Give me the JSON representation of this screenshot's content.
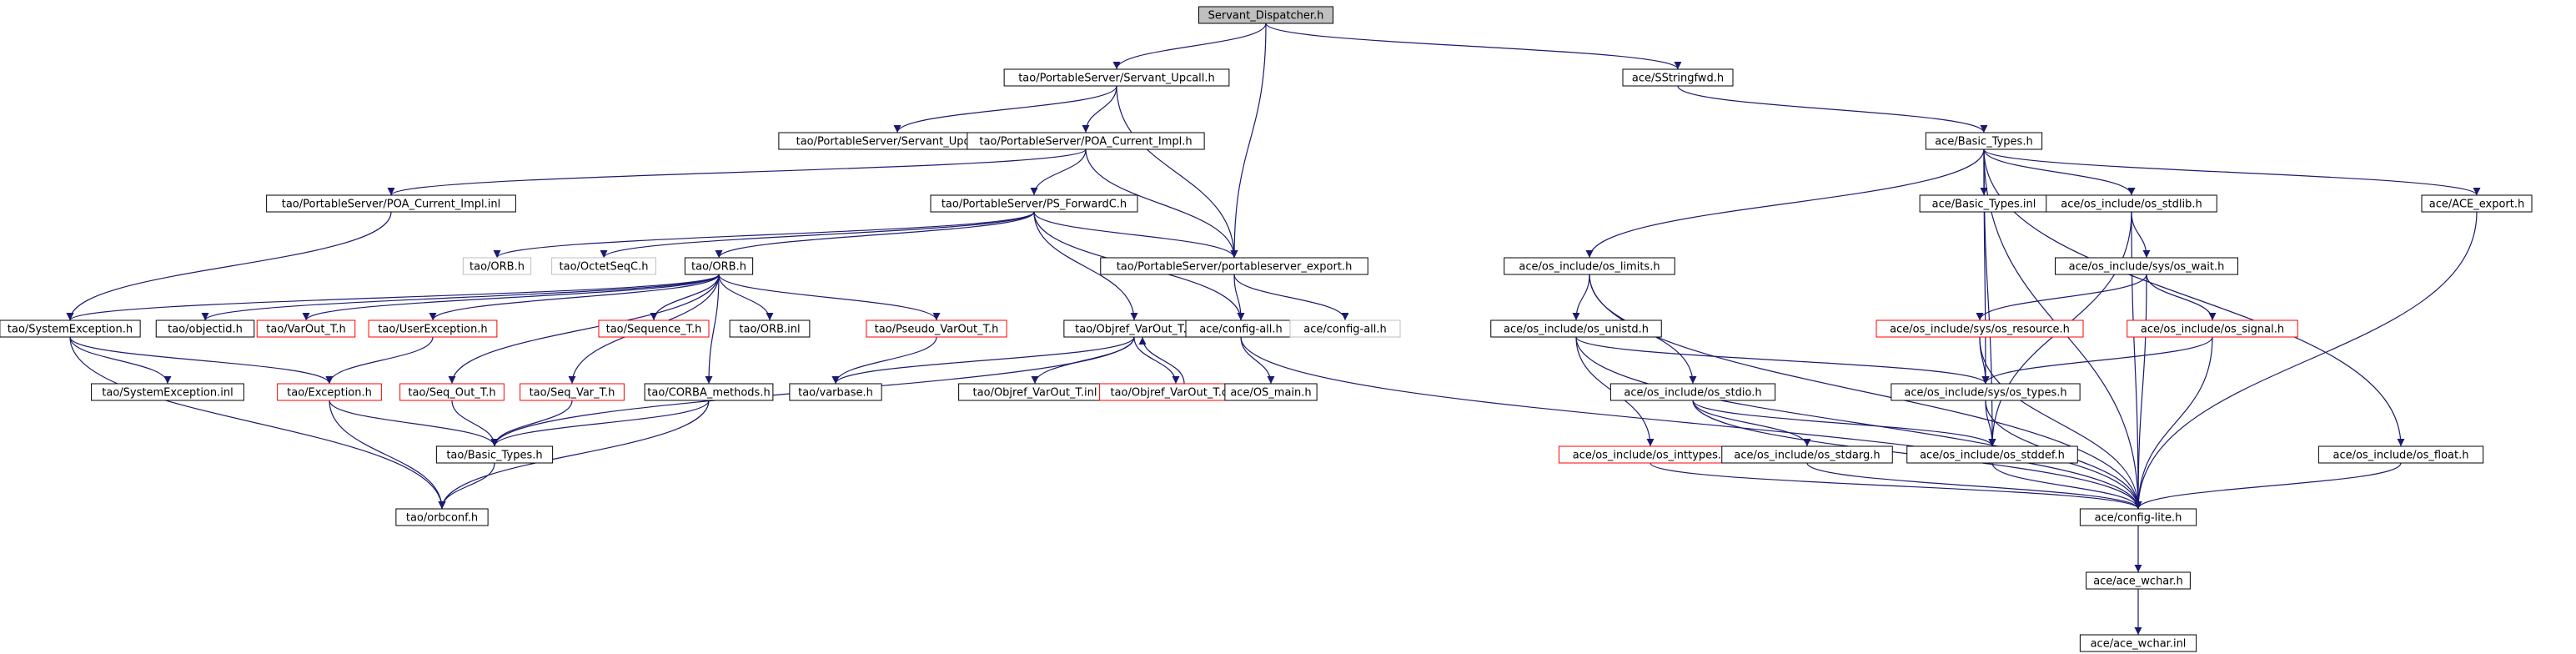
{
  "colors": {
    "root_fill": "#bfbfbf",
    "normal_stroke": "#000000",
    "truncated_stroke": "#ff0000",
    "external_stroke": "#bfbfbf",
    "edge": "#191970",
    "text": "#000000"
  },
  "nodes": [
    {
      "id": "servant_dispatcher",
      "label": "Servant_Dispatcher.h",
      "kind": "root"
    },
    {
      "id": "servant_upcall_h",
      "label": "tao/PortableServer/Servant_Upcall.h",
      "kind": "normal"
    },
    {
      "id": "sstringfwd",
      "label": "ace/SStringfwd.h",
      "kind": "normal"
    },
    {
      "id": "servant_upcall_inl",
      "label": "tao/PortableServer/Servant_Upcall.inl",
      "kind": "normal"
    },
    {
      "id": "poa_current_impl_h",
      "label": "tao/PortableServer/POA_Current_Impl.h",
      "kind": "normal"
    },
    {
      "id": "ace_basic_types_h",
      "label": "ace/Basic_Types.h",
      "kind": "normal"
    },
    {
      "id": "poa_current_impl_inl",
      "label": "tao/PortableServer/POA_Current_Impl.inl",
      "kind": "normal"
    },
    {
      "id": "ps_forwardc",
      "label": "tao/PortableServer/PS_ForwardC.h",
      "kind": "normal"
    },
    {
      "id": "ace_basic_types_inl",
      "label": "ace/Basic_Types.inl",
      "kind": "normal"
    },
    {
      "id": "os_stdlib",
      "label": "ace/os_include/os_stdlib.h",
      "kind": "normal"
    },
    {
      "id": "ace_export",
      "label": "ace/ACE_export.h",
      "kind": "normal"
    },
    {
      "id": "orb_h_ext",
      "label": "tao/ORB.h",
      "kind": "external"
    },
    {
      "id": "octetseqc",
      "label": "tao/OctetSeqC.h",
      "kind": "external"
    },
    {
      "id": "tao_orb_h",
      "label": "tao/ORB.h",
      "kind": "normal"
    },
    {
      "id": "portableserver_export",
      "label": "tao/PortableServer/portableserver_export.h",
      "kind": "normal"
    },
    {
      "id": "os_limits",
      "label": "ace/os_include/os_limits.h",
      "kind": "normal"
    },
    {
      "id": "os_sys_wait",
      "label": "ace/os_include/sys/os_wait.h",
      "kind": "normal"
    },
    {
      "id": "systemexception_h",
      "label": "tao/SystemException.h",
      "kind": "normal"
    },
    {
      "id": "objectid",
      "label": "tao/objectid.h",
      "kind": "normal"
    },
    {
      "id": "varout_t",
      "label": "tao/VarOut_T.h",
      "kind": "truncated"
    },
    {
      "id": "userexception",
      "label": "tao/UserException.h",
      "kind": "truncated"
    },
    {
      "id": "sequence_t",
      "label": "tao/Sequence_T.h",
      "kind": "truncated"
    },
    {
      "id": "orb_inl",
      "label": "tao/ORB.inl",
      "kind": "normal"
    },
    {
      "id": "pseudo_varout",
      "label": "tao/Pseudo_VarOut_T.h",
      "kind": "truncated"
    },
    {
      "id": "objref_varout_h",
      "label": "tao/Objref_VarOut_T.h",
      "kind": "normal"
    },
    {
      "id": "config_all_h",
      "label": "ace/config-all.h",
      "kind": "normal"
    },
    {
      "id": "config_all_ext",
      "label": "ace/config-all.h",
      "kind": "external"
    },
    {
      "id": "os_unistd",
      "label": "ace/os_include/os_unistd.h",
      "kind": "normal"
    },
    {
      "id": "os_sys_resource",
      "label": "ace/os_include/sys/os_resource.h",
      "kind": "truncated"
    },
    {
      "id": "os_signal",
      "label": "ace/os_include/os_signal.h",
      "kind": "truncated"
    },
    {
      "id": "systemexception_inl",
      "label": "tao/SystemException.inl",
      "kind": "normal"
    },
    {
      "id": "exception_h",
      "label": "tao/Exception.h",
      "kind": "truncated"
    },
    {
      "id": "seq_out_t",
      "label": "tao/Seq_Out_T.h",
      "kind": "truncated"
    },
    {
      "id": "seq_var_t",
      "label": "tao/Seq_Var_T.h",
      "kind": "truncated"
    },
    {
      "id": "corba_methods",
      "label": "tao/CORBA_methods.h",
      "kind": "normal"
    },
    {
      "id": "varbase",
      "label": "tao/varbase.h",
      "kind": "normal"
    },
    {
      "id": "objref_varout_inl",
      "label": "tao/Objref_VarOut_T.inl",
      "kind": "normal"
    },
    {
      "id": "objref_varout_cpp",
      "label": "tao/Objref_VarOut_T.cpp",
      "kind": "truncated"
    },
    {
      "id": "os_main",
      "label": "ace/OS_main.h",
      "kind": "normal"
    },
    {
      "id": "os_stdio",
      "label": "ace/os_include/os_stdio.h",
      "kind": "normal"
    },
    {
      "id": "os_sys_types",
      "label": "ace/os_include/sys/os_types.h",
      "kind": "normal"
    },
    {
      "id": "tao_basic_types",
      "label": "tao/Basic_Types.h",
      "kind": "normal"
    },
    {
      "id": "os_inttypes",
      "label": "ace/os_include/os_inttypes.h",
      "kind": "truncated"
    },
    {
      "id": "os_stdarg",
      "label": "ace/os_include/os_stdarg.h",
      "kind": "normal"
    },
    {
      "id": "os_stddef",
      "label": "ace/os_include/os_stddef.h",
      "kind": "normal"
    },
    {
      "id": "os_float",
      "label": "ace/os_include/os_float.h",
      "kind": "normal"
    },
    {
      "id": "orbconf",
      "label": "tao/orbconf.h",
      "kind": "normal"
    },
    {
      "id": "config_lite",
      "label": "ace/config-lite.h",
      "kind": "normal"
    },
    {
      "id": "ace_wchar_h",
      "label": "ace/ace_wchar.h",
      "kind": "normal"
    },
    {
      "id": "ace_wchar_inl",
      "label": "ace/ace_wchar.inl",
      "kind": "normal"
    }
  ],
  "edges": [
    [
      "servant_dispatcher",
      "servant_upcall_h"
    ],
    [
      "servant_dispatcher",
      "sstringfwd"
    ],
    [
      "servant_dispatcher",
      "portableserver_export"
    ],
    [
      "servant_upcall_h",
      "servant_upcall_inl"
    ],
    [
      "servant_upcall_h",
      "poa_current_impl_h"
    ],
    [
      "servant_upcall_h",
      "portableserver_export"
    ],
    [
      "sstringfwd",
      "ace_basic_types_h"
    ],
    [
      "poa_current_impl_h",
      "poa_current_impl_inl"
    ],
    [
      "poa_current_impl_h",
      "ps_forwardc"
    ],
    [
      "poa_current_impl_h",
      "portableserver_export"
    ],
    [
      "poa_current_impl_inl",
      "systemexception_h"
    ],
    [
      "ps_forwardc",
      "orb_h_ext"
    ],
    [
      "ps_forwardc",
      "octetseqc"
    ],
    [
      "ps_forwardc",
      "tao_orb_h"
    ],
    [
      "ps_forwardc",
      "portableserver_export"
    ],
    [
      "ps_forwardc",
      "objref_varout_h"
    ],
    [
      "ps_forwardc",
      "config_all_h"
    ],
    [
      "portableserver_export",
      "config_all_h"
    ],
    [
      "portableserver_export",
      "config_all_ext"
    ],
    [
      "ace_basic_types_h",
      "ace_basic_types_inl"
    ],
    [
      "ace_basic_types_h",
      "os_stdlib"
    ],
    [
      "ace_basic_types_h",
      "ace_export"
    ],
    [
      "ace_basic_types_h",
      "os_limits"
    ],
    [
      "ace_basic_types_h",
      "os_sys_types"
    ],
    [
      "ace_basic_types_h",
      "os_stddef"
    ],
    [
      "ace_basic_types_h",
      "os_float"
    ],
    [
      "ace_basic_types_h",
      "config_lite"
    ],
    [
      "os_stdlib",
      "os_sys_wait"
    ],
    [
      "os_stdlib",
      "os_stddef"
    ],
    [
      "os_stdlib",
      "config_lite"
    ],
    [
      "ace_export",
      "config_lite"
    ],
    [
      "os_limits",
      "os_unistd"
    ],
    [
      "os_limits",
      "os_stdio"
    ],
    [
      "os_limits",
      "config_lite"
    ],
    [
      "os_sys_wait",
      "os_sys_resource"
    ],
    [
      "os_sys_wait",
      "os_signal"
    ],
    [
      "os_sys_wait",
      "config_lite"
    ],
    [
      "os_unistd",
      "os_sys_types"
    ],
    [
      "os_unistd",
      "os_inttypes"
    ],
    [
      "os_unistd",
      "config_lite"
    ],
    [
      "os_sys_resource",
      "os_sys_types"
    ],
    [
      "os_sys_resource",
      "config_lite"
    ],
    [
      "os_signal",
      "os_sys_types"
    ],
    [
      "os_signal",
      "config_lite"
    ],
    [
      "os_stdio",
      "os_stdarg"
    ],
    [
      "os_stdio",
      "os_stddef"
    ],
    [
      "os_stdio",
      "config_lite"
    ],
    [
      "os_sys_types",
      "os_stddef"
    ],
    [
      "os_sys_types",
      "config_lite"
    ],
    [
      "os_inttypes",
      "config_lite"
    ],
    [
      "os_stdarg",
      "config_lite"
    ],
    [
      "os_stddef",
      "config_lite"
    ],
    [
      "os_float",
      "config_lite"
    ],
    [
      "config_all_h",
      "os_main"
    ],
    [
      "config_all_h",
      "config_lite"
    ],
    [
      "tao_orb_h",
      "objectid"
    ],
    [
      "tao_orb_h",
      "varout_t"
    ],
    [
      "tao_orb_h",
      "userexception"
    ],
    [
      "tao_orb_h",
      "sequence_t"
    ],
    [
      "tao_orb_h",
      "orb_inl"
    ],
    [
      "tao_orb_h",
      "pseudo_varout"
    ],
    [
      "tao_orb_h",
      "systemexception_h"
    ],
    [
      "tao_orb_h",
      "seq_out_t"
    ],
    [
      "tao_orb_h",
      "seq_var_t"
    ],
    [
      "tao_orb_h",
      "corba_methods"
    ],
    [
      "systemexception_h",
      "systemexception_inl"
    ],
    [
      "systemexception_h",
      "exception_h"
    ],
    [
      "systemexception_h",
      "orbconf"
    ],
    [
      "userexception",
      "exception_h"
    ],
    [
      "exception_h",
      "tao_basic_types"
    ],
    [
      "exception_h",
      "orbconf"
    ],
    [
      "seq_out_t",
      "tao_basic_types"
    ],
    [
      "seq_var_t",
      "tao_basic_types"
    ],
    [
      "corba_methods",
      "tao_basic_types"
    ],
    [
      "corba_methods",
      "orbconf"
    ],
    [
      "pseudo_varout",
      "varbase"
    ],
    [
      "objref_varout_h",
      "varbase"
    ],
    [
      "objref_varout_h",
      "objref_varout_inl"
    ],
    [
      "objref_varout_h",
      "objref_varout_cpp"
    ],
    [
      "objref_varout_h",
      "tao_basic_types"
    ],
    [
      "objref_varout_cpp",
      "objref_varout_h"
    ],
    [
      "tao_basic_types",
      "orbconf"
    ],
    [
      "config_lite",
      "ace_wchar_h"
    ],
    [
      "ace_wchar_h",
      "ace_wchar_inl"
    ]
  ]
}
